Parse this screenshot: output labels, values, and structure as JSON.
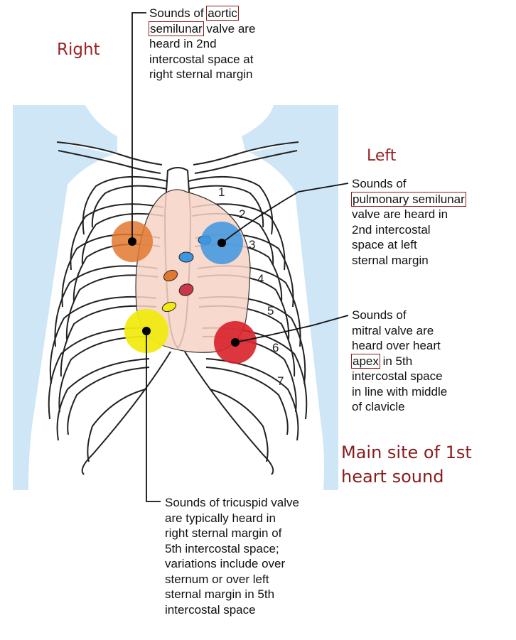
{
  "orientation": {
    "right": "Right",
    "left": "Left"
  },
  "callouts": {
    "aortic": {
      "lines": [
        {
          "pre": "Sounds of ",
          "box": "aortic",
          "post": ""
        },
        {
          "pre": "",
          "box": "semilunar",
          "post": " valve are"
        },
        {
          "pre": "heard in 2nd",
          "box": "",
          "post": ""
        },
        {
          "pre": "intercostal space at",
          "box": "",
          "post": ""
        },
        {
          "pre": "right sternal margin",
          "box": "",
          "post": ""
        }
      ]
    },
    "pulmonary": {
      "lines": [
        {
          "pre": "Sounds of",
          "box": "",
          "post": ""
        },
        {
          "pre": "",
          "box": "pulmonary semilunar",
          "post": ""
        },
        {
          "pre": "valve are heard in",
          "box": "",
          "post": ""
        },
        {
          "pre": "2nd intercostal",
          "box": "",
          "post": ""
        },
        {
          "pre": "space at left",
          "box": "",
          "post": ""
        },
        {
          "pre": "sternal margin",
          "box": "",
          "post": ""
        }
      ]
    },
    "mitral": {
      "lines": [
        {
          "pre": "Sounds of",
          "box": "",
          "post": ""
        },
        {
          "pre": "mitral valve are",
          "box": "",
          "post": ""
        },
        {
          "pre": "heard over heart",
          "box": "",
          "post": ""
        },
        {
          "pre": "",
          "box": "apex",
          "post": "  in 5th"
        },
        {
          "pre": "intercostal space",
          "box": "",
          "post": ""
        },
        {
          "pre": "in line with middle",
          "box": "",
          "post": ""
        },
        {
          "pre": "of clavicle",
          "box": "",
          "post": ""
        }
      ]
    },
    "tricuspid": {
      "lines": [
        {
          "pre": "Sounds of tricuspid valve",
          "box": "",
          "post": ""
        },
        {
          "pre": "are typically heard in",
          "box": "",
          "post": ""
        },
        {
          "pre": "right sternal margin of",
          "box": "",
          "post": ""
        },
        {
          "pre": "5th intercostal space;",
          "box": "",
          "post": ""
        },
        {
          "pre": "variations include over",
          "box": "",
          "post": ""
        },
        {
          "pre": "sternum or over left",
          "box": "",
          "post": ""
        },
        {
          "pre": "sternal margin in 5th",
          "box": "",
          "post": ""
        },
        {
          "pre": "intercostal space",
          "box": "",
          "post": ""
        }
      ]
    }
  },
  "main_site": {
    "line1": "Main site of 1st",
    "line2": "heart sound"
  },
  "intercostal_numbers": [
    "1",
    "2",
    "3",
    "4",
    "5",
    "6",
    "7"
  ],
  "colors": {
    "aortic": "#e0782f",
    "pulmonary": "#3d97e0",
    "mitral": "#d8202a",
    "tricuspid": "#f1ea12",
    "skin": "#cfe6f6",
    "heart": "#f7d2c6",
    "annotation": "#8b1a1a"
  }
}
